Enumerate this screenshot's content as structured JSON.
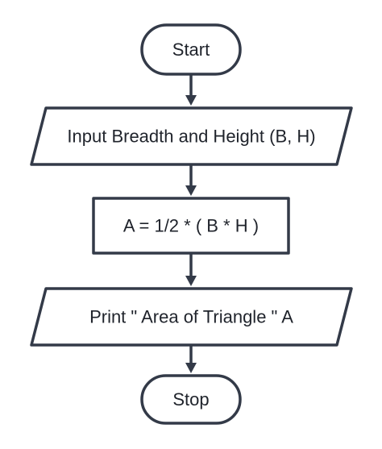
{
  "flowchart": {
    "start": {
      "label": "Start",
      "shape": "terminator"
    },
    "input": {
      "label": "Input Breadth and Height (B, H)",
      "shape": "parallelogram"
    },
    "process": {
      "label": "A = 1/2 * ( B * H )",
      "shape": "rectangle"
    },
    "output": {
      "label": "Print \" Area of Triangle \" A",
      "shape": "parallelogram"
    },
    "stop": {
      "label": "Stop",
      "shape": "terminator"
    }
  },
  "colors": {
    "stroke": "#333a48",
    "fill": "#ffffff",
    "text": "#1f232b"
  }
}
